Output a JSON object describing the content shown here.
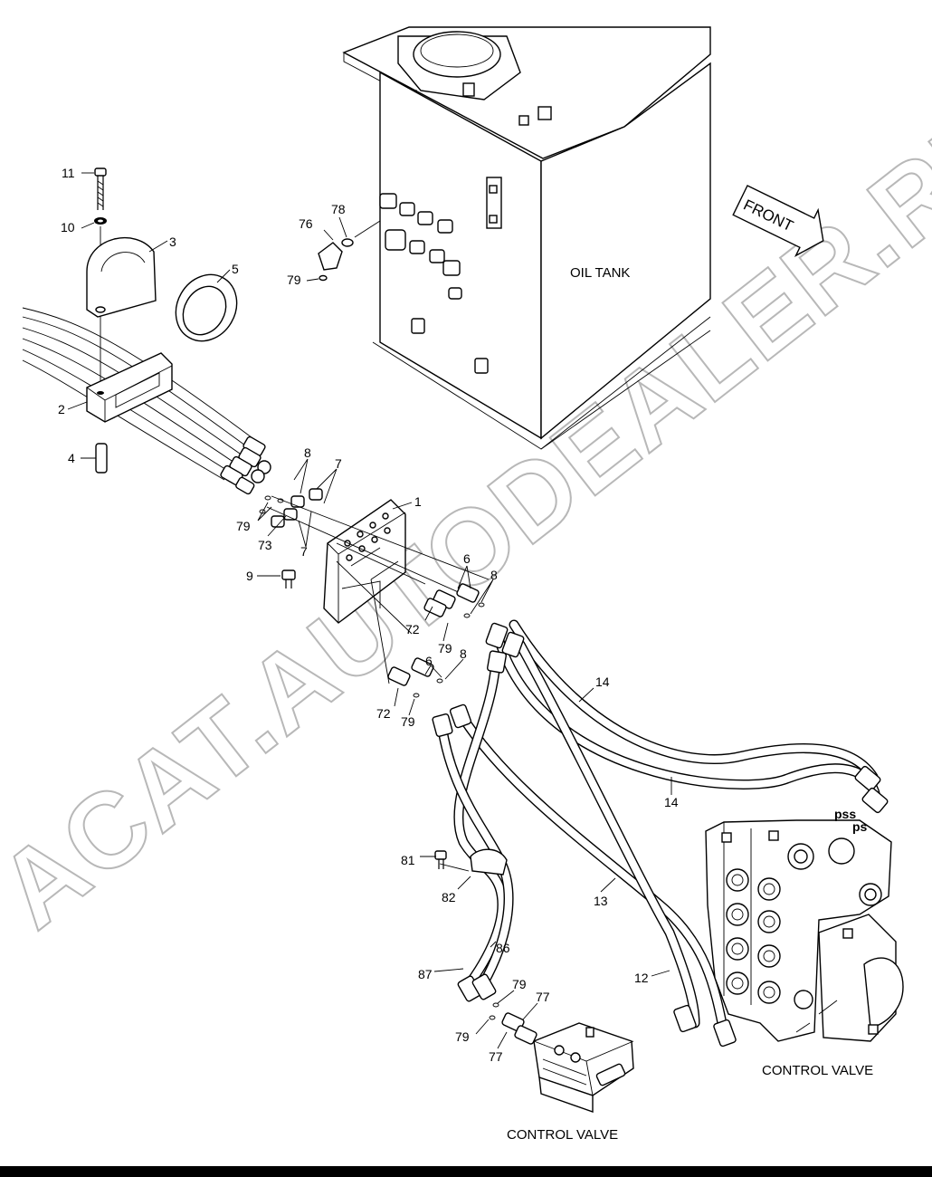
{
  "labels": {
    "oil_tank": "OIL TANK",
    "front": "FRONT",
    "control_valve_1": "CONTROL VALVE",
    "control_valve_2": "CONTROL VALVE",
    "pss": "pss",
    "ps": "ps"
  },
  "callouts": [
    {
      "id": "c11",
      "text": "11"
    },
    {
      "id": "c10",
      "text": "10"
    },
    {
      "id": "c3",
      "text": "3"
    },
    {
      "id": "c5",
      "text": "5"
    },
    {
      "id": "c2",
      "text": "2"
    },
    {
      "id": "c4",
      "text": "4"
    },
    {
      "id": "c76",
      "text": "76"
    },
    {
      "id": "c78",
      "text": "78"
    },
    {
      "id": "c79a",
      "text": "79"
    },
    {
      "id": "c8a",
      "text": "8"
    },
    {
      "id": "c7a",
      "text": "7"
    },
    {
      "id": "c1",
      "text": "1"
    },
    {
      "id": "c79b",
      "text": "79"
    },
    {
      "id": "c73",
      "text": "73"
    },
    {
      "id": "c7b",
      "text": "7"
    },
    {
      "id": "c9",
      "text": "9"
    },
    {
      "id": "c6a",
      "text": "6"
    },
    {
      "id": "c8b",
      "text": "8"
    },
    {
      "id": "c72a",
      "text": "72"
    },
    {
      "id": "c79c",
      "text": "79"
    },
    {
      "id": "c6b",
      "text": "6"
    },
    {
      "id": "c8c",
      "text": "8"
    },
    {
      "id": "c72b",
      "text": "72"
    },
    {
      "id": "c79d",
      "text": "79"
    },
    {
      "id": "c14a",
      "text": "14"
    },
    {
      "id": "c14b",
      "text": "14"
    },
    {
      "id": "c13",
      "text": "13"
    },
    {
      "id": "c12",
      "text": "12"
    },
    {
      "id": "c81",
      "text": "81"
    },
    {
      "id": "c82",
      "text": "82"
    },
    {
      "id": "c86",
      "text": "86"
    },
    {
      "id": "c87",
      "text": "87"
    },
    {
      "id": "c79e",
      "text": "79"
    },
    {
      "id": "c77a",
      "text": "77"
    },
    {
      "id": "c79f",
      "text": "79"
    },
    {
      "id": "c77b",
      "text": "77"
    }
  ],
  "watermark": "ACAT.AUTODEALER.RU"
}
